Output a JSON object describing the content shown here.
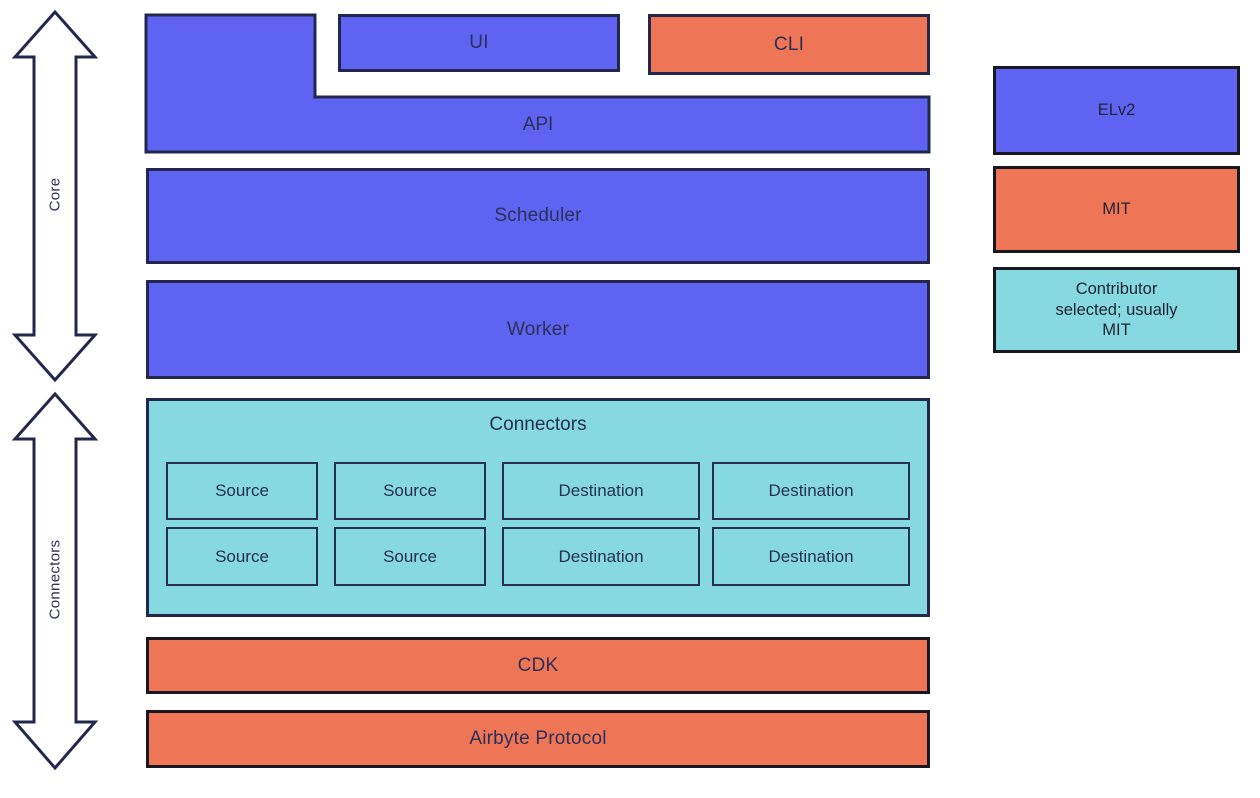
{
  "arrows": {
    "core": "Core",
    "connectors": "Connectors"
  },
  "stack": {
    "ui": "UI",
    "cli": "CLI",
    "api": "API",
    "scheduler": "Scheduler",
    "worker": "Worker",
    "cdk": "CDK",
    "protocol": "Airbyte Protocol"
  },
  "connectors": {
    "title": "Connectors",
    "rows": [
      [
        "Source",
        "Source",
        "Destination",
        "Destination"
      ],
      [
        "Source",
        "Source",
        "Destination",
        "Destination"
      ]
    ]
  },
  "legend": {
    "items": [
      {
        "label": "ELv2",
        "color": "#5e63f1"
      },
      {
        "label": "MIT",
        "color": "#ef7557"
      },
      {
        "label": "Contributor selected; usually MIT",
        "color": "#86d8e1"
      }
    ]
  },
  "colors": {
    "elv2_blue": "#5e63f1",
    "mit_orange": "#ef7557",
    "contributor_teal": "#86d8e1",
    "outline_navy": "#23274d",
    "outline_dark": "#17171f",
    "label_navy": "#2c3057",
    "background": "#ffffff"
  }
}
